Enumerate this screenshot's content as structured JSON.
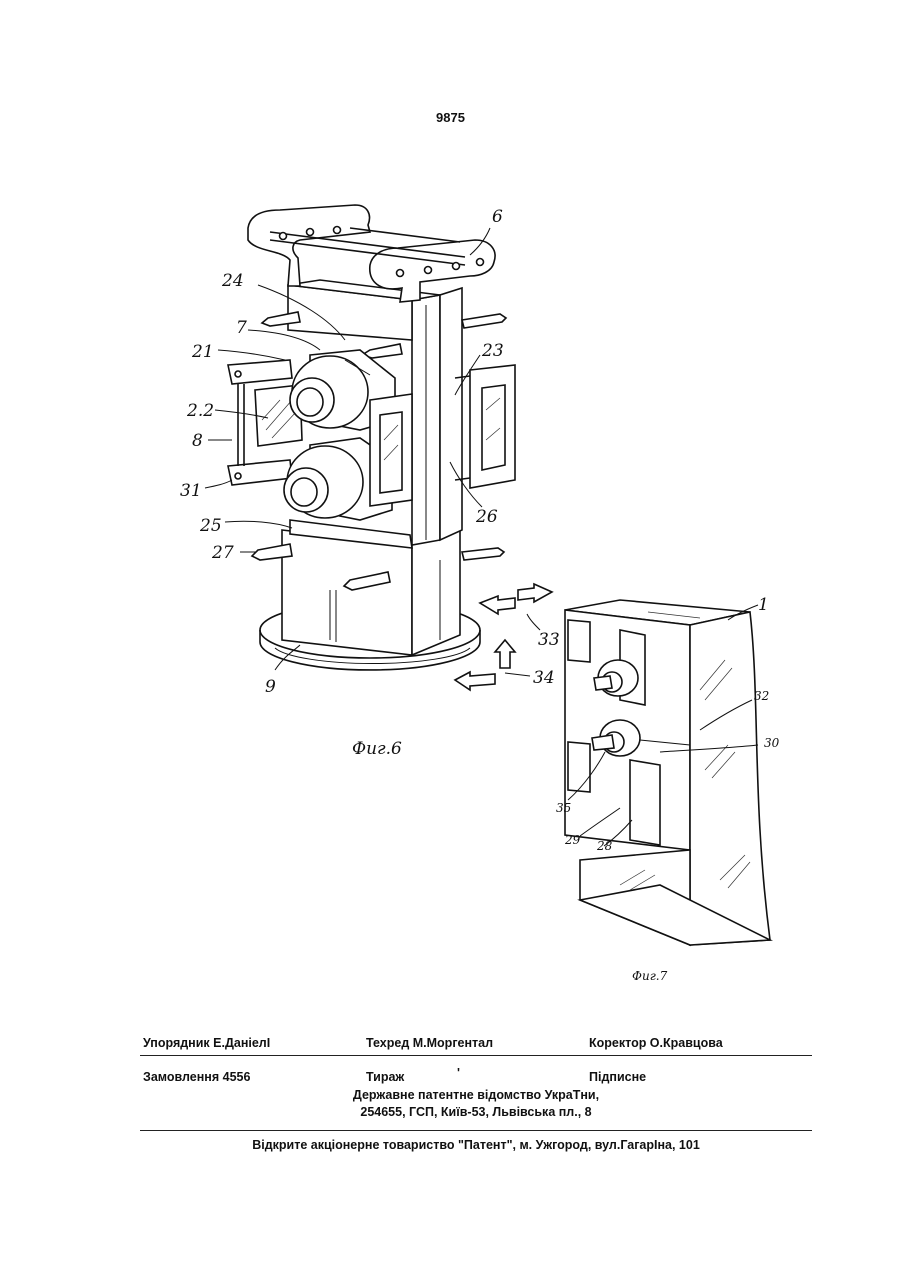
{
  "page_number": "9875",
  "figures": {
    "fig6_caption": "Фиг.6",
    "fig7_caption": "Фиг.7",
    "fig6_labels": {
      "l6": "6",
      "l24": "24",
      "l7": "7",
      "l21": "21",
      "l23": "23",
      "l22": "2.2",
      "l8": "8",
      "l31": "31",
      "l26": "26",
      "l25": "25",
      "l27": "27",
      "l9": "9",
      "l33": "33",
      "l34": "34"
    },
    "fig7_labels": {
      "l1": "1",
      "l32": "32",
      "l30": "30",
      "l35": "35",
      "l29": "29",
      "l28": "28"
    }
  },
  "footer": {
    "compiler": "Упорядник Е.ДаніелІ",
    "techeditor": "Техред М.Моргентал",
    "corrector": "Коректор О.Кравцова",
    "order": "Замовлення 4556",
    "circulation": "Тираж",
    "circulation_mark": "'",
    "subscription": "Підписне",
    "office_line1": "Державне патентне відомство УкраТни,",
    "office_line2": "254655, ГСП, Київ-53, Львівська пл., 8",
    "publisher": "Відкрите акціонерне товариство  \"Патент\", м. Ужгород, вул.ГагарІна, 101"
  }
}
